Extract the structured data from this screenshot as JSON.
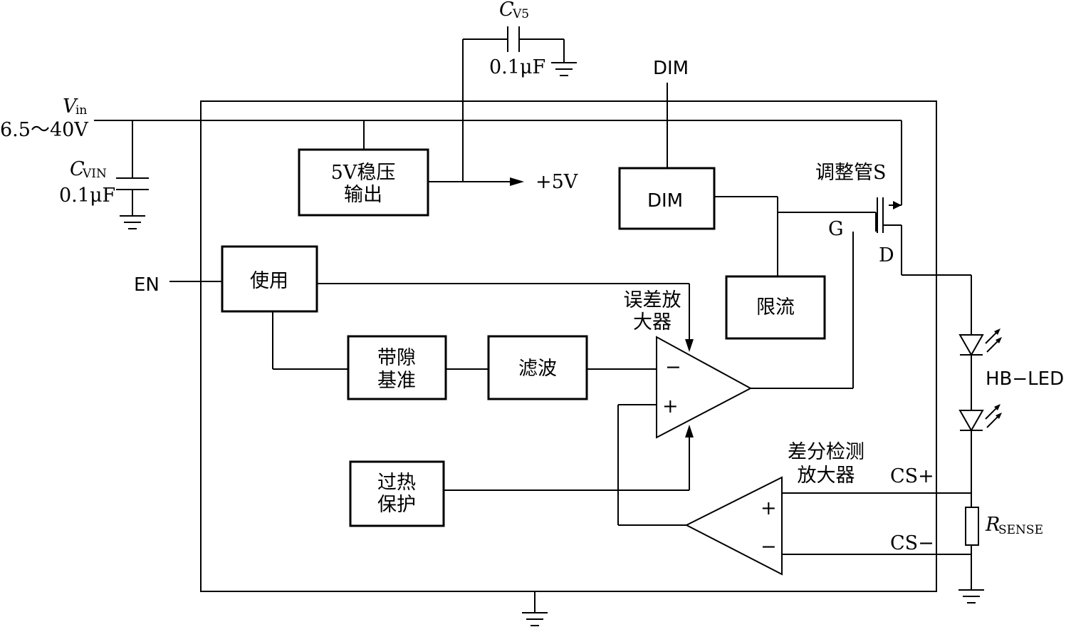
{
  "input": {
    "vin_label": "V",
    "vin_sub": "in",
    "vin_range": "6.5～40V",
    "cvin_label": "C",
    "cvin_sub": "VIN",
    "cvin_value": "0.1μF"
  },
  "cv5": {
    "label": "C",
    "sub": "V5",
    "value": "0.1μF"
  },
  "pins": {
    "dim": "DIM",
    "en": "EN",
    "cs_plus": "CS+",
    "cs_minus": "CS−",
    "g": "G",
    "d": "D"
  },
  "blocks": {
    "regulator_line1": "5V稳压",
    "regulator_line2": "输出",
    "plus5v": "+5V",
    "dim": "DIM",
    "enable": "使用",
    "current_limit": "限流",
    "bandgap_line1": "带隙",
    "bandgap_line2": "基准",
    "filter": "滤波",
    "thermal_line1": "过热",
    "thermal_line2": "保护"
  },
  "amplifiers": {
    "error_line1": "误差放",
    "error_line2": "大器",
    "diff_line1": "差分检测",
    "diff_line2": "放大器",
    "minus": "−",
    "plus": "+"
  },
  "switch_label": "调整管S",
  "led_label": "HB−LED",
  "rsense": {
    "label": "R",
    "sub": "SENSE"
  }
}
